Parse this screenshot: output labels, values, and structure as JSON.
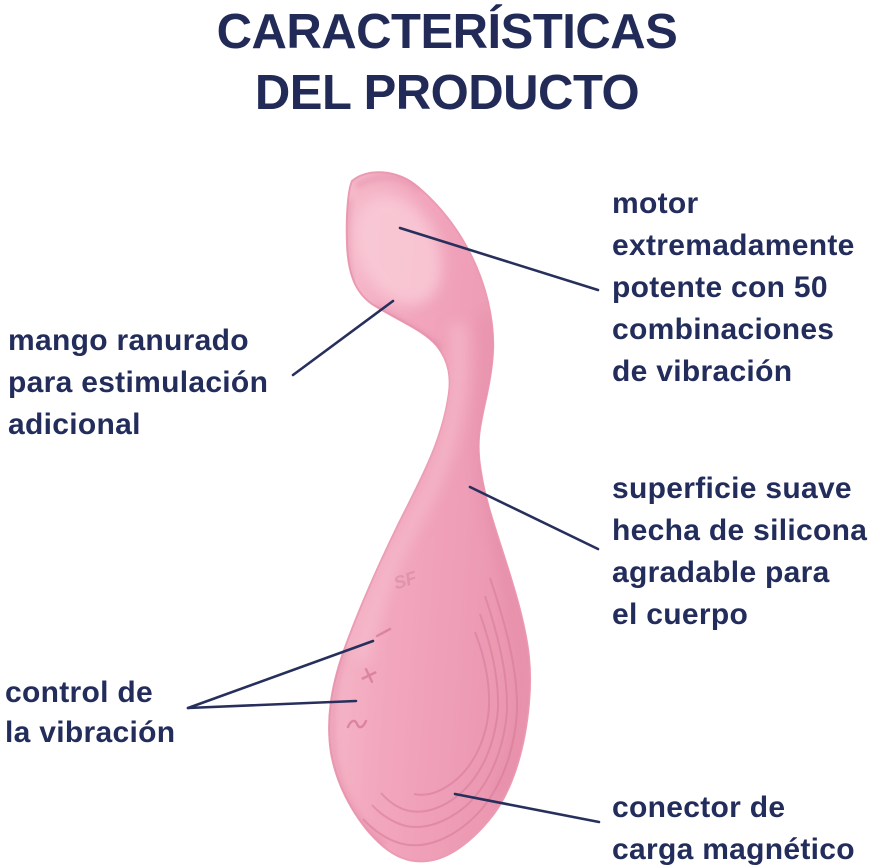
{
  "title": {
    "lines": [
      "CARACTERÍSTICAS",
      "DEL PRODUCTO"
    ]
  },
  "annotations": {
    "motor": {
      "lines": [
        "motor",
        "extremadamente",
        "potente con 50",
        "combinaciones",
        "de vibración"
      ]
    },
    "mango": {
      "lines": [
        "mango ranurado",
        "para estimulación",
        "adicional"
      ]
    },
    "superficie": {
      "lines": [
        "superficie suave",
        "hecha de silicona",
        "agradable para",
        "el cuerpo"
      ]
    },
    "control": {
      "lines": [
        "control de",
        "la vibración"
      ]
    },
    "conector": {
      "lines": [
        "conector de",
        "carga magnético"
      ]
    }
  },
  "product": {
    "logo_text": "SF",
    "buttons": [
      {
        "symbol": "minus"
      },
      {
        "symbol": "plus"
      },
      {
        "symbol": "wave"
      }
    ]
  },
  "colors": {
    "text_navy": "#222b58",
    "leader_line": "#27305c",
    "pink_main": "#f2a6bc",
    "pink_light": "#f8c6d4",
    "pink_dark": "#e28da8",
    "background": "#ffffff"
  }
}
